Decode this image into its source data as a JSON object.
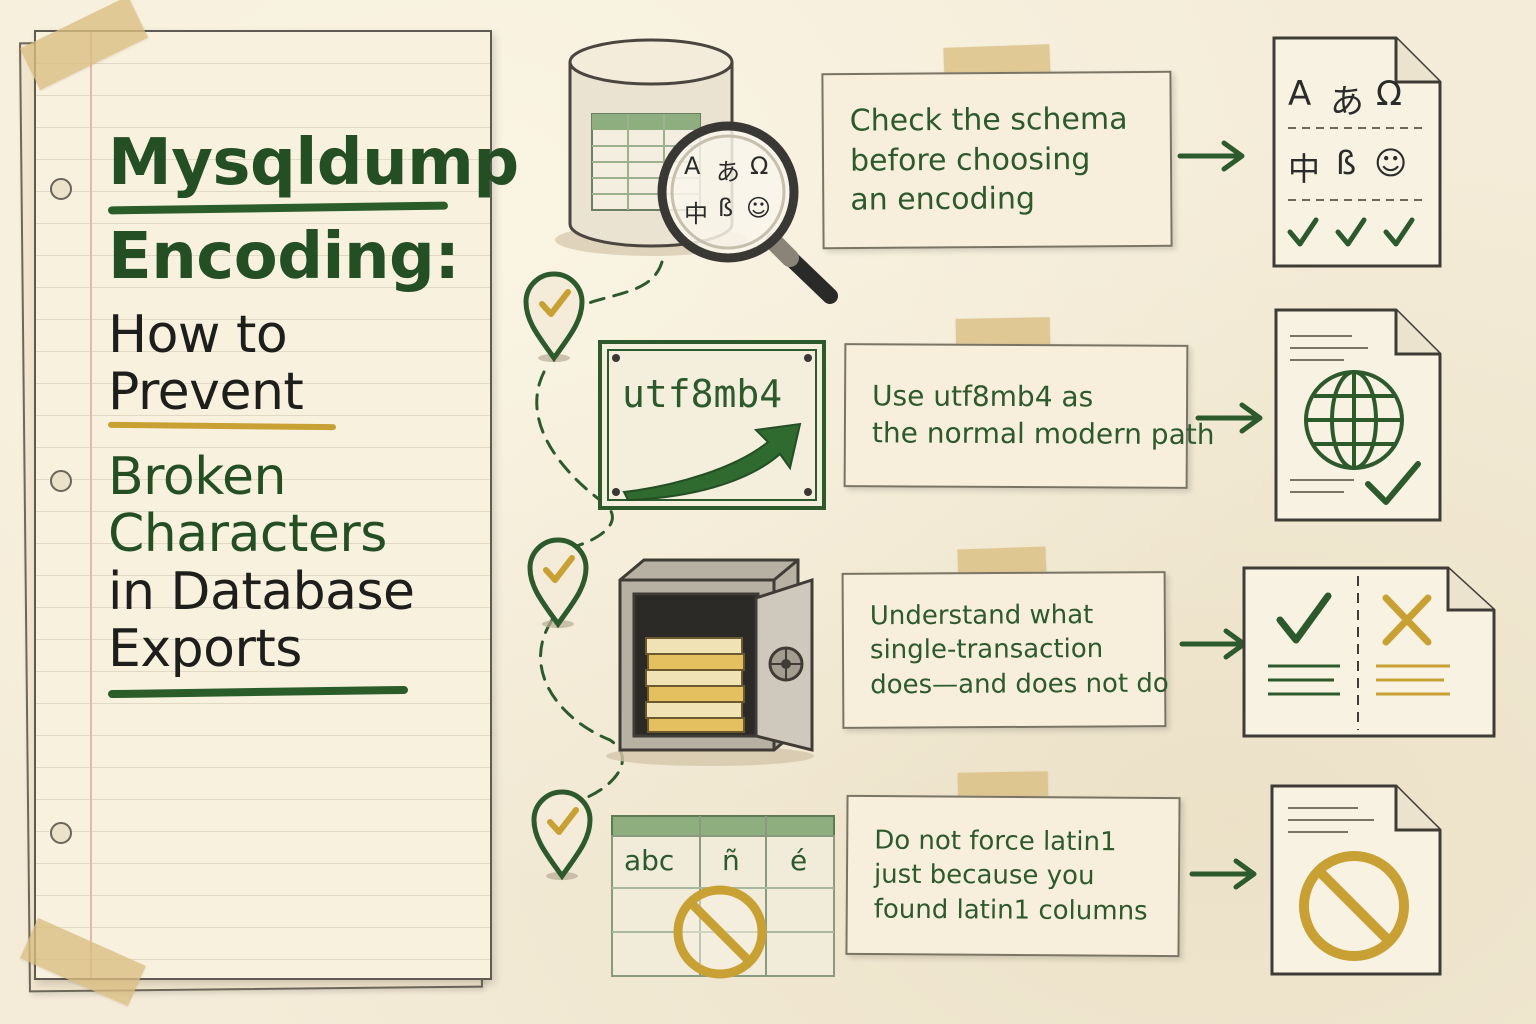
{
  "title": {
    "line1": "Mysqldump",
    "line2": "Encoding:",
    "line3": "How to",
    "line4": "Prevent",
    "line5": "Broken",
    "line6": "Characters",
    "line7": "in Database",
    "line8": "Exports"
  },
  "steps": [
    {
      "lines": [
        "Check the schema",
        "before choosing",
        "an encoding"
      ],
      "illustration_glyphs": [
        "A",
        "あ",
        "Ω",
        "中",
        "ß",
        "☺"
      ],
      "output_glyphs": [
        "A",
        "あ",
        "Ω",
        "中",
        "ß",
        "☺"
      ],
      "icons": [
        "database-icon",
        "magnifier-icon",
        "document-icon",
        "checkmark-icon"
      ]
    },
    {
      "lines": [
        "Use utf8mb4 as",
        "the normal modern path"
      ],
      "board_label": "utf8mb4",
      "icons": [
        "arrow-up-icon",
        "document-icon",
        "globe-icon",
        "checkmark-icon"
      ]
    },
    {
      "lines": [
        "Understand what",
        "single-transaction",
        "does—and does not do"
      ],
      "icons": [
        "safe-icon",
        "document-icon",
        "checkmark-icon",
        "x-icon"
      ]
    },
    {
      "lines": [
        "Do not force latin1",
        "just because you",
        "found latin1 columns"
      ],
      "table_cells": [
        "abc",
        "ñ",
        "é"
      ],
      "icons": [
        "table-icon",
        "prohibited-icon",
        "document-icon"
      ]
    }
  ],
  "colors": {
    "green": "#2d5a2d",
    "gold": "#c9a034",
    "paper": "#f4ecd8",
    "ink": "#3a3834"
  }
}
